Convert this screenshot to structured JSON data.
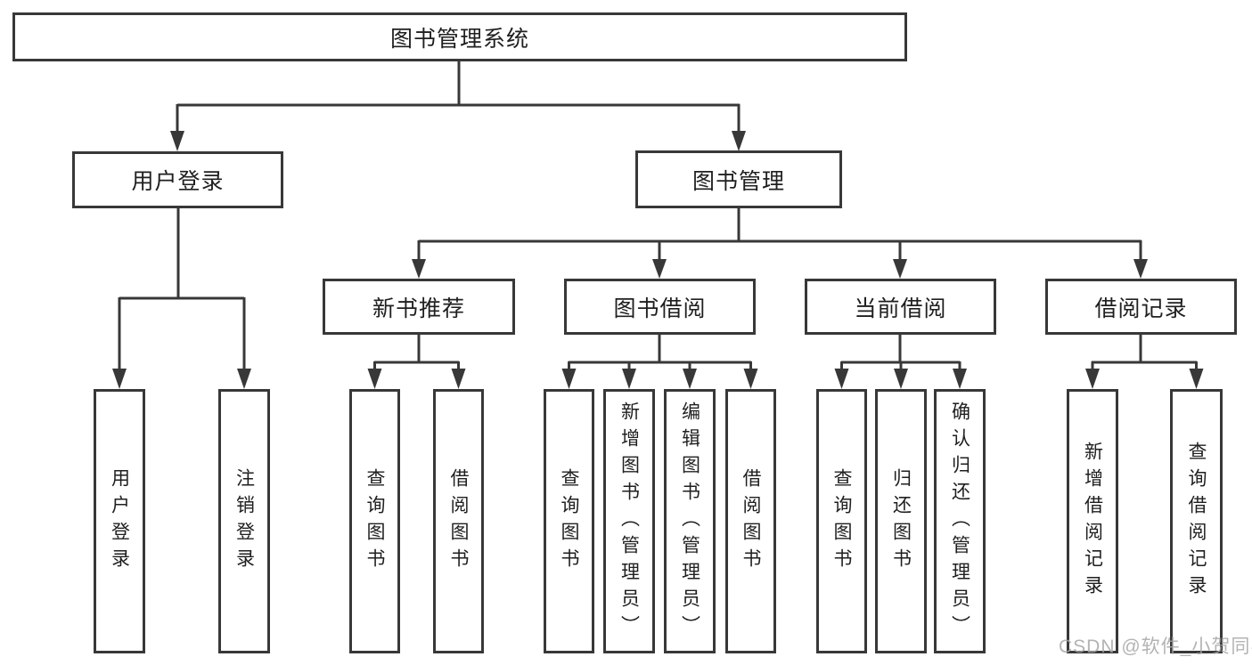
{
  "watermark": "CSDN @软件_小贺同学",
  "colors": {
    "line": "#383838",
    "text": "#1f1f1f",
    "watermark": "#a6a6a6",
    "background": "#ffffff"
  },
  "tree": {
    "root": {
      "label": "图书管理系统"
    },
    "branches": [
      {
        "label": "用户登录",
        "children": [
          {
            "label": "用户登录"
          },
          {
            "label": "注销登录"
          }
        ]
      },
      {
        "label": "图书管理",
        "children": [
          {
            "label": "新书推荐",
            "children": [
              {
                "label": "查询图书"
              },
              {
                "label": "借阅图书"
              }
            ]
          },
          {
            "label": "图书借阅",
            "children": [
              {
                "label": "查询图书"
              },
              {
                "label": "新增图书（管理员）"
              },
              {
                "label": "编辑图书（管理员）"
              },
              {
                "label": "借阅图书"
              }
            ]
          },
          {
            "label": "当前借阅",
            "children": [
              {
                "label": "查询图书"
              },
              {
                "label": "归还图书"
              },
              {
                "label": "确认归还（管理员）"
              }
            ]
          },
          {
            "label": "借阅记录",
            "children": [
              {
                "label": "新增借阅记录"
              },
              {
                "label": "查询借阅记录"
              }
            ]
          }
        ]
      }
    ]
  }
}
